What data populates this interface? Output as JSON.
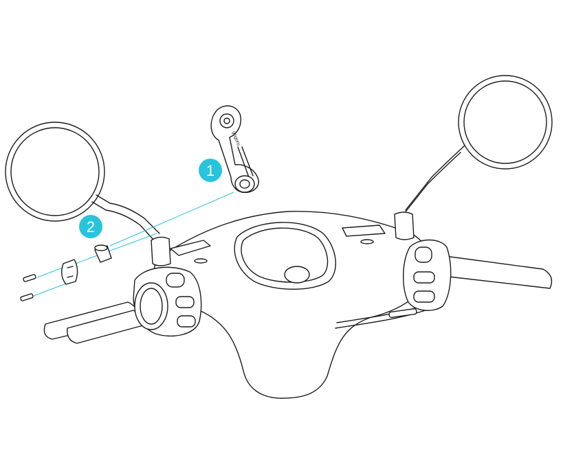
{
  "callouts": [
    {
      "number": "1"
    },
    {
      "number": "2"
    }
  ],
  "mount": {
    "brand_text": "gogoro"
  },
  "colors": {
    "accent": "#27c4dc",
    "line": "#1a1a1a",
    "background": "#ffffff"
  }
}
